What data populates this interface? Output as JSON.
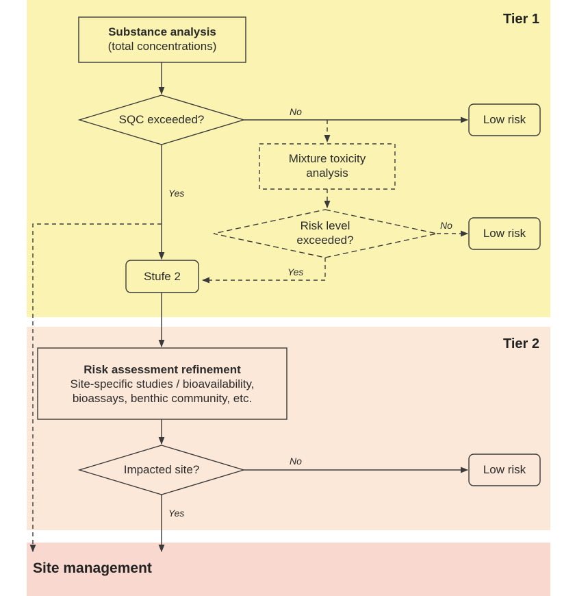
{
  "tiers": {
    "tier1": "Tier 1",
    "tier2": "Tier 2",
    "site_management": "Site management"
  },
  "nodes": {
    "substance_analysis": {
      "title": "Substance analysis",
      "subtitle": "(total concentrations)"
    },
    "sqc_exceeded": "SQC exceeded?",
    "low_risk_1": "Low risk",
    "mixture_toxicity": {
      "line1": "Mixture toxicity",
      "line2": "analysis"
    },
    "risk_level_exceeded": {
      "line1": "Risk level",
      "line2": "exceeded?"
    },
    "low_risk_2": "Low risk",
    "stufe_2": "Stufe 2",
    "risk_refinement": {
      "title": "Risk assessment refinement",
      "line1": "Site-specific studies / bioavailability,",
      "line2": "bioassays, benthic community, etc."
    },
    "impacted_site": "Impacted site?",
    "low_risk_3": "Low risk"
  },
  "edge_labels": {
    "no_1": "No",
    "yes_1": "Yes",
    "no_2": "No",
    "yes_2": "Yes",
    "no_3": "No",
    "yes_3": "Yes"
  },
  "colors": {
    "tier1_bg": "#fbf3b2",
    "tier2_bg": "#fce8d8",
    "site_management_bg": "#f9d8cf",
    "line": "#3a3a3a"
  }
}
